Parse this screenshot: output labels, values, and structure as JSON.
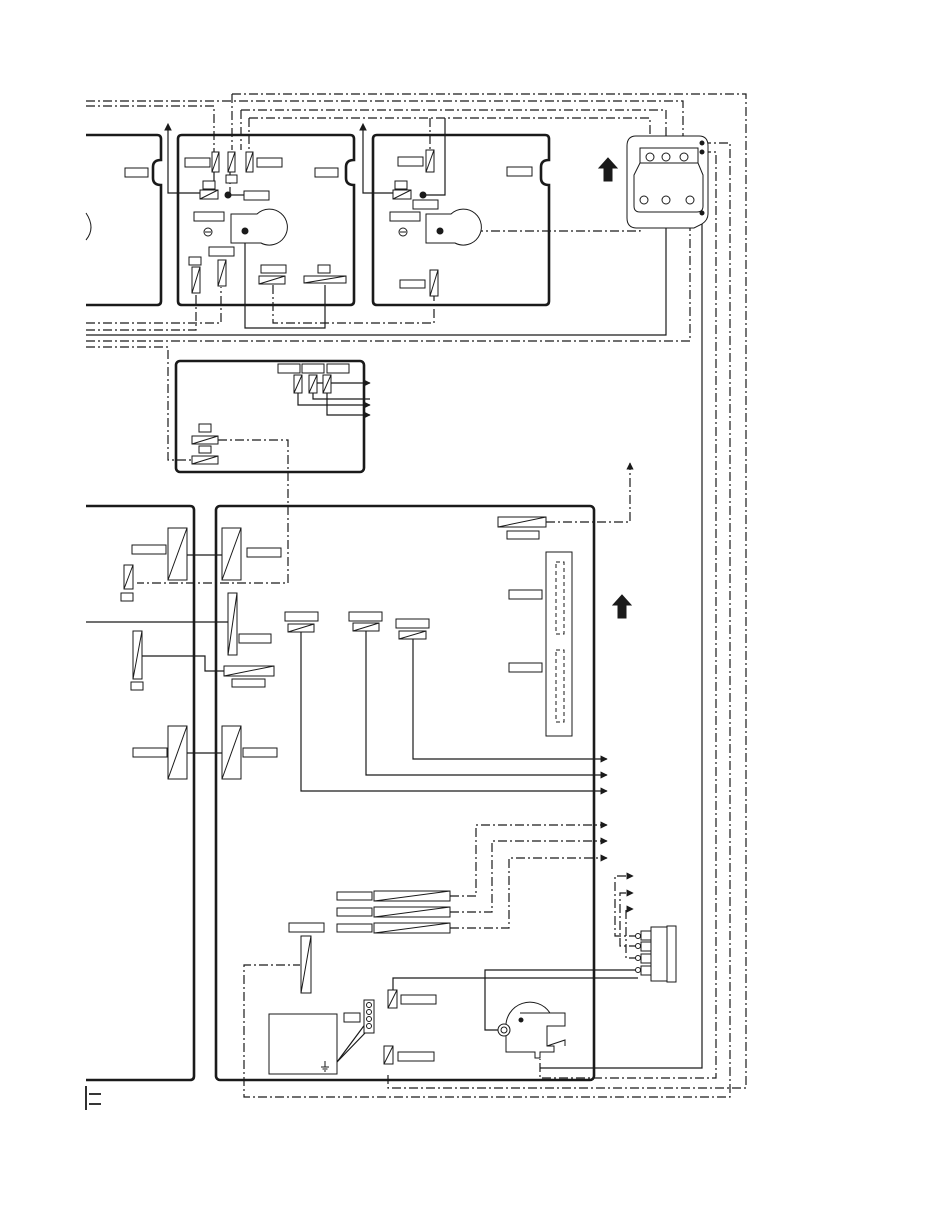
{
  "diagram": {
    "type": "wiring-schematic",
    "text_labels": [],
    "arrow_icons": [
      "up-arrow-icon",
      "up-arrow-icon"
    ],
    "line_style_legend": [
      "solid",
      "dash-dot"
    ],
    "colors": {
      "ink": "#1a1a1a",
      "paper": "#ffffff"
    }
  }
}
